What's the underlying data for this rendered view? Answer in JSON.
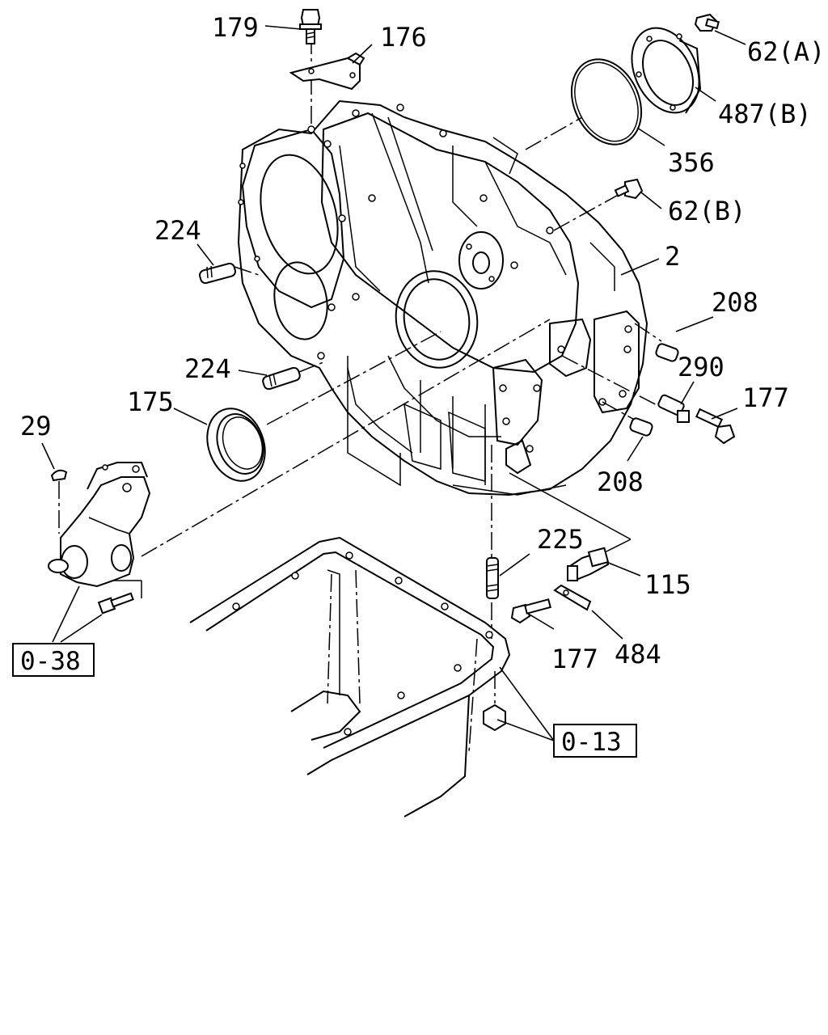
{
  "labels": {
    "p179": "179",
    "p176": "176",
    "p62a": "62(A)",
    "p487b": "487(B)",
    "p356": "356",
    "p62b": "62(B)",
    "p224_top": "224",
    "p2": "2",
    "p208_top": "208",
    "p224_mid": "224",
    "p290": "290",
    "p177_right": "177",
    "p175": "175",
    "p29": "29",
    "p208_bot": "208",
    "p225": "225",
    "p115": "115",
    "p177_bot": "177",
    "p484": "484"
  },
  "refs": {
    "r038": "0-38",
    "r013": "0-13"
  }
}
